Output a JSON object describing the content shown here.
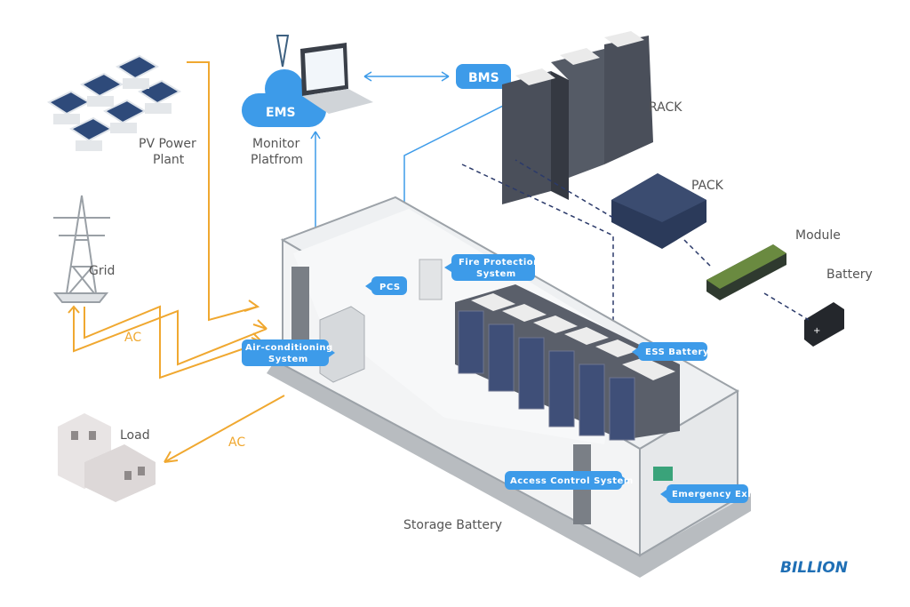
{
  "colors": {
    "accent_blue": "#3d9be9",
    "ac_orange": "#f0a830",
    "rack_dark": "#4a4f5a",
    "label_gray": "#555555",
    "logo_blue": "#1f6fb5"
  },
  "nodes": {
    "pv": {
      "line1": "PV Power",
      "line2": "Plant"
    },
    "monitor": {
      "line1": "Monitor",
      "line2": "Platfrom"
    },
    "ems": "EMS",
    "bms": "BMS",
    "rack": "RACK",
    "pack": "PACK",
    "module": "Module",
    "battery": "Battery",
    "grid": "Grid",
    "load": "Load",
    "storage": "Storage Battery",
    "ac_grid": "AC",
    "ac_load": "AC"
  },
  "callouts": {
    "pcs": "PCS",
    "fire": {
      "line1": "Fire Protection",
      "line2": "System"
    },
    "aircon": {
      "line1": "Air-conditioning",
      "line2": "System"
    },
    "ess": "ESS Battery",
    "access": "Access Control System",
    "exit": "Emergency Exit"
  },
  "logo": "BILLION"
}
